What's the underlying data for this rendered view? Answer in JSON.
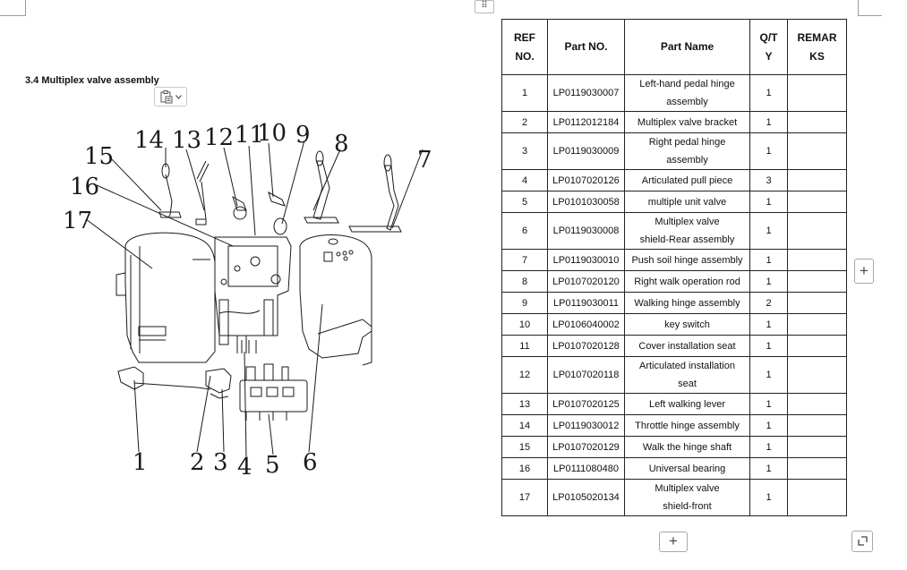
{
  "document": {
    "section_title": "3.4 Multiplex valve assembly",
    "paste_options_icon": "clipboard-icon",
    "move_handle_icon": "move-grip-icon",
    "callout_numbers": [
      "14",
      "13",
      "12",
      "11",
      "10",
      "9",
      "8",
      "7",
      "15",
      "16",
      "17",
      "1",
      "2",
      "3",
      "4",
      "5",
      "6"
    ]
  },
  "table": {
    "headers": {
      "ref": [
        "REF",
        "NO."
      ],
      "part_no": "Part NO.",
      "part_name": "Part Name",
      "qty": [
        "Q/T",
        "Y"
      ],
      "remarks": [
        "REMAR",
        "KS"
      ]
    },
    "rows": [
      {
        "ref": "1",
        "part_no": "LP0119030007",
        "name": [
          "Left-hand pedal hinge",
          "assembly"
        ],
        "qty": "1",
        "remarks": ""
      },
      {
        "ref": "2",
        "part_no": "LP0112012184",
        "name": [
          "Multiplex valve bracket"
        ],
        "qty": "1",
        "remarks": ""
      },
      {
        "ref": "3",
        "part_no": "LP0119030009",
        "name": [
          "Right pedal hinge",
          "assembly"
        ],
        "qty": "1",
        "remarks": ""
      },
      {
        "ref": "4",
        "part_no": "LP0107020126",
        "name": [
          "Articulated pull piece"
        ],
        "qty": "3",
        "remarks": ""
      },
      {
        "ref": "5",
        "part_no": "LP0101030058",
        "name": [
          "multiple unit valve"
        ],
        "qty": "1",
        "remarks": ""
      },
      {
        "ref": "6",
        "part_no": "LP0119030008",
        "name": [
          "Multiplex valve",
          "shield-Rear assembly"
        ],
        "qty": "1",
        "remarks": ""
      },
      {
        "ref": "7",
        "part_no": "LP0119030010",
        "name": [
          "Push soil hinge assembly"
        ],
        "qty": "1",
        "remarks": ""
      },
      {
        "ref": "8",
        "part_no": "LP0107020120",
        "name": [
          "Right walk operation rod"
        ],
        "qty": "1",
        "remarks": ""
      },
      {
        "ref": "9",
        "part_no": "LP0119030011",
        "name": [
          "Walking hinge assembly"
        ],
        "qty": "2",
        "remarks": ""
      },
      {
        "ref": "10",
        "part_no": "LP0106040002",
        "name": [
          "key switch"
        ],
        "qty": "1",
        "remarks": ""
      },
      {
        "ref": "11",
        "part_no": "LP0107020128",
        "name": [
          "Cover installation seat"
        ],
        "qty": "1",
        "remarks": ""
      },
      {
        "ref": "12",
        "part_no": "LP0107020118",
        "name": [
          "Articulated installation",
          "seat"
        ],
        "qty": "1",
        "remarks": ""
      },
      {
        "ref": "13",
        "part_no": "LP0107020125",
        "name": [
          "Left walking lever"
        ],
        "qty": "1",
        "remarks": ""
      },
      {
        "ref": "14",
        "part_no": "LP0119030012",
        "name": [
          "Throttle hinge assembly"
        ],
        "qty": "1",
        "remarks": ""
      },
      {
        "ref": "15",
        "part_no": "LP0107020129",
        "name": [
          "Walk the hinge shaft"
        ],
        "qty": "1",
        "remarks": ""
      },
      {
        "ref": "16",
        "part_no": "LP0111080480",
        "name": [
          "Universal bearing"
        ],
        "qty": "1",
        "remarks": ""
      },
      {
        "ref": "17",
        "part_no": "LP0105020134",
        "name": [
          "Multiplex valve",
          "shield-front"
        ],
        "qty": "1",
        "remarks": ""
      }
    ]
  },
  "controls": {
    "add_column": "+",
    "add_row": "+",
    "resize_icon": "resize-corner-icon"
  }
}
